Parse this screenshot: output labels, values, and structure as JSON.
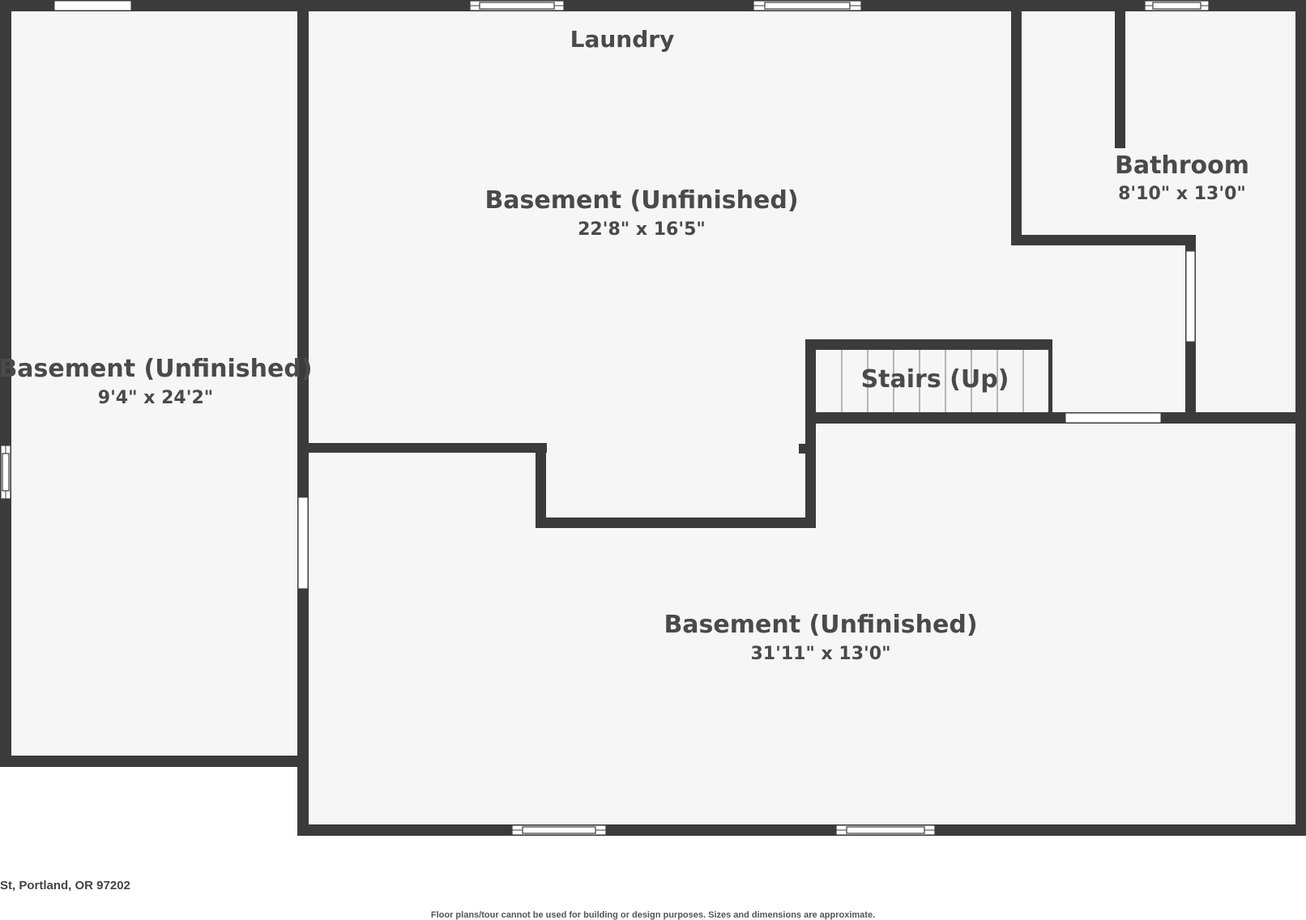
{
  "rooms": {
    "left": {
      "name": "Basement (Unfinished)",
      "dims": "9'4\" x 24'2\""
    },
    "laundry": {
      "name": "Laundry"
    },
    "center": {
      "name": "Basement (Unfinished)",
      "dims": "22'8\" x 16'5\""
    },
    "bathroom": {
      "name": "Bathroom",
      "dims": "8'10\" x 13'0\""
    },
    "stairs": {
      "name": "Stairs (Up)"
    },
    "bottom": {
      "name": "Basement (Unfinished)",
      "dims": "31'11\" x 13'0\""
    }
  },
  "footer": {
    "address": "St, Portland, OR 97202",
    "disclaimer": "Floor plans/tour cannot be used for building or design purposes. Sizes and dimensions are approximate."
  },
  "colors": {
    "wall": "#3b3b3b",
    "floor": "#f6f6f6",
    "text": "#4a4a4a"
  }
}
